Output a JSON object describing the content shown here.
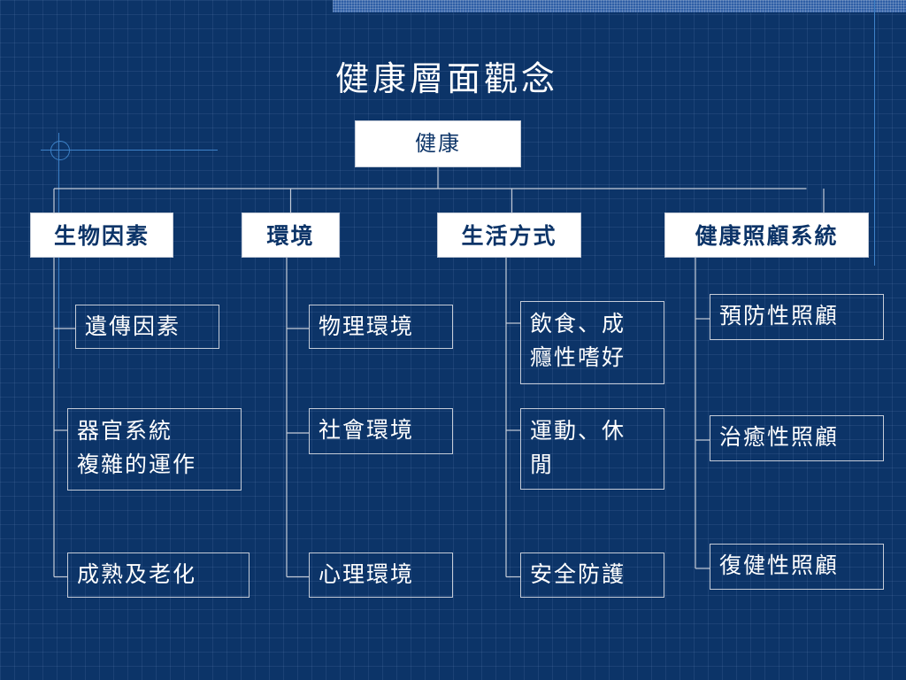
{
  "title": "健康層面觀念",
  "root": {
    "label": "健康"
  },
  "categories": [
    {
      "label": "生物因素",
      "items": [
        "遺傳因素",
        "器官系統\n複雜的運作",
        "成熟及老化"
      ]
    },
    {
      "label": "環境",
      "items": [
        "物理環境",
        "社會環境",
        "心理環境"
      ]
    },
    {
      "label": "生活方式",
      "items": [
        "飲食、成\n癮性嗜好",
        "運動、休\n閒",
        "安全防護"
      ]
    },
    {
      "label": "健康照顧系統",
      "items": [
        "預防性照顧",
        "治癒性照顧",
        "復健性照顧"
      ]
    }
  ],
  "colors": {
    "background": "#0c3468",
    "connector": "#c5ccd8",
    "box_fill": "#ffffff",
    "box_text": "#0c3468",
    "accent": "#3d82c8"
  }
}
